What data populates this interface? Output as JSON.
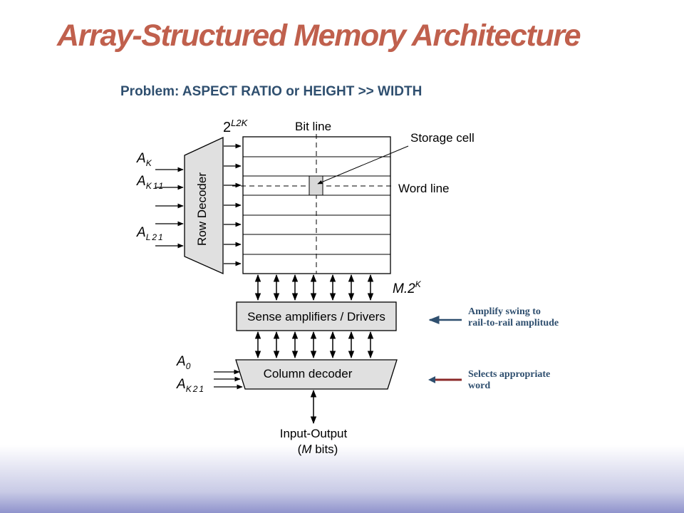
{
  "title": "Array-Structured Memory Architecture",
  "problem": "Problem: ASPECT RATIO or HEIGHT >> WIDTH",
  "diagram": {
    "top_label_base": "2",
    "top_label_exp": "L2K",
    "bit_line": "Bit line",
    "storage_cell": "Storage cell",
    "word_line": "Word line",
    "row_decoder": "Row Decoder",
    "addr_ak_base": "A",
    "addr_ak_sub": "K",
    "addr_ak1_base": "A",
    "addr_ak1_sub": "K11",
    "addr_al_base": "A",
    "addr_al_sub": "L21",
    "m2k_base": "M.2",
    "m2k_exp": "K",
    "sense_amps": "Sense amplifiers / Drivers",
    "col_decoder": "Column decoder",
    "addr_a0_base": "A",
    "addr_a0_sub": "0",
    "addr_ak2_base": "A",
    "addr_ak2_sub": "K21",
    "io_label": "Input-Output",
    "io_bits_open": "(",
    "io_bits_m": "M",
    "io_bits_rest": " bits)"
  },
  "notes": {
    "amplify_line1": "Amplify swing to",
    "amplify_line2": "rail-to-rail amplitude",
    "selects_line1": "Selects appropriate",
    "selects_line2": "word"
  },
  "colors": {
    "title": "#c0604d",
    "problem": "#2f4f6f",
    "amplify_arrow": "#2f4f6f",
    "selects_arrow": "#8b2a2a"
  }
}
